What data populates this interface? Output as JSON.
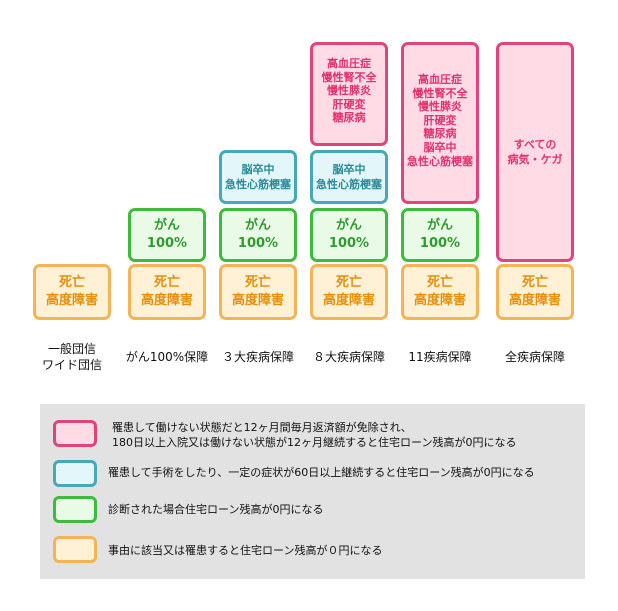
{
  "columns": [
    {
      "label_line1": "一般団信",
      "label_line2": "ワイド団信",
      "boxes": {
        "death": [
          "死亡",
          "高度障害"
        ]
      }
    },
    {
      "label": "がん100%保障",
      "boxes": {
        "death": [
          "死亡",
          "高度障害"
        ],
        "cancer": [
          "がん",
          "100%"
        ]
      }
    },
    {
      "label": "３大疾病保障",
      "boxes": {
        "death": [
          "死亡",
          "高度障害"
        ],
        "cancer": [
          "がん",
          "100%"
        ],
        "stroke": [
          "脳卒中",
          "急性心筋梗塞"
        ]
      }
    },
    {
      "label": "８大疾病保障",
      "boxes": {
        "death": [
          "死亡",
          "高度障害"
        ],
        "cancer": [
          "がん",
          "100%"
        ],
        "stroke": [
          "脳卒中",
          "急性心筋梗塞"
        ],
        "chronic": [
          "高血圧症",
          "慢性腎不全",
          "慢性膵炎",
          "肝硬変",
          "糖尿病"
        ]
      }
    },
    {
      "label": "11疾病保障",
      "boxes": {
        "death": [
          "死亡",
          "高度障害"
        ],
        "cancer": [
          "がん",
          "100%"
        ],
        "chronic": [
          "高血圧症",
          "慢性腎不全",
          "慢性膵炎",
          "肝硬変",
          "糖尿病",
          "脳卒中",
          "急性心筋梗塞"
        ]
      }
    },
    {
      "label": "全疾病保障",
      "boxes": {
        "death": [
          "死亡",
          "高度障害"
        ],
        "all": [
          "すべての",
          "病気・ケガ"
        ]
      }
    }
  ],
  "legend": [
    {
      "color": "pink",
      "line1": "罹患して働けない状態だと12ヶ月間毎月返済額が免除され、",
      "line2": "180日以上入院又は働けない状態が12ヶ月継続すると住宅ローン残高が0円になる"
    },
    {
      "color": "cyan",
      "line1": "罹患して手術をしたり、一定の症状が60日以上継続すると住宅ローン残高が0円になる"
    },
    {
      "color": "green",
      "line1": "診断された場合住宅ローン残高が0円になる"
    },
    {
      "color": "orange",
      "line1": "事由に該当又は罹患すると住宅ローン残高が０円になる"
    }
  ],
  "colors": {
    "pink": "#e0447c",
    "cyan": "#45a9b8",
    "green": "#3dbb3d",
    "orange": "#f3b457"
  }
}
